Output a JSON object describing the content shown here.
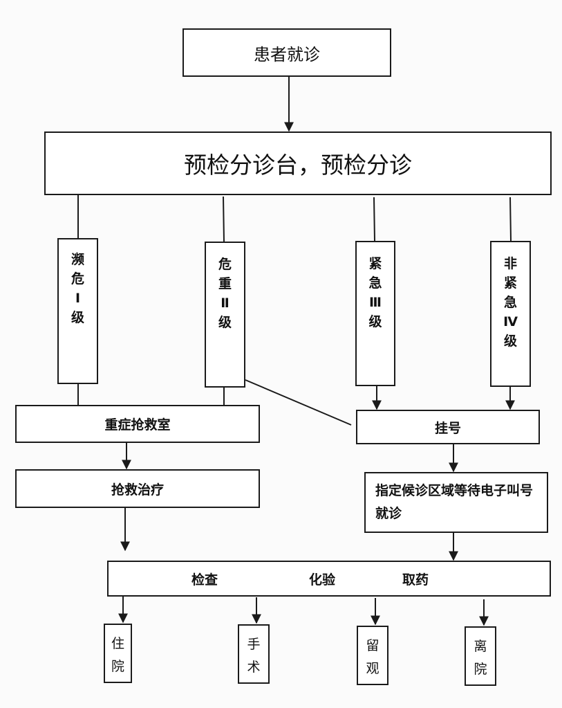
{
  "flowchart": {
    "start": "患者就诊",
    "triage": "预检分诊台，预检分诊",
    "levels": [
      {
        "chars": [
          "濒",
          "危",
          "Ⅰ",
          "级"
        ],
        "label": "濒危Ⅰ级"
      },
      {
        "chars": [
          "危",
          "重",
          "Ⅱ",
          "级"
        ],
        "label": "危重Ⅱ级"
      },
      {
        "chars": [
          "紧",
          "急",
          "Ⅲ",
          "级"
        ],
        "label": "紧急Ⅲ级"
      },
      {
        "chars": [
          "非",
          "紧",
          "急",
          "Ⅳ",
          "级"
        ],
        "label": "非紧急Ⅳ级"
      }
    ],
    "icu": "重症抢救室",
    "rescue": "抢救治疗",
    "register": "挂号",
    "waiting": "指定候诊区域等待电子叫号就诊",
    "exam": {
      "items": [
        "检查",
        "化验",
        "取药"
      ]
    },
    "outcomes": [
      {
        "chars": [
          "住",
          "院"
        ],
        "label": "住院"
      },
      {
        "chars": [
          "手",
          "术"
        ],
        "label": "手术"
      },
      {
        "chars": [
          "留",
          "观"
        ],
        "label": "留观"
      },
      {
        "chars": [
          "离",
          "院"
        ],
        "label": "离院"
      }
    ]
  }
}
